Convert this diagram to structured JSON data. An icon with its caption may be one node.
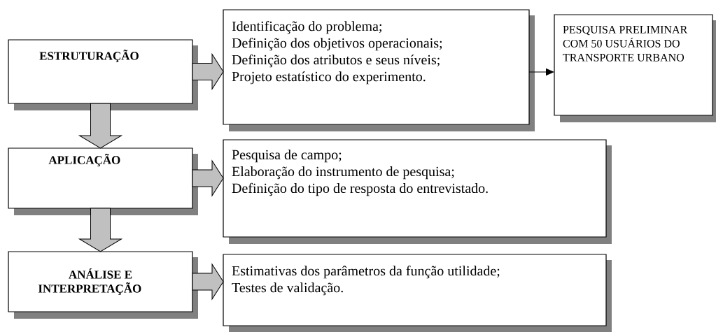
{
  "diagram": {
    "nodes": [
      {
        "text": [
          "ESTRUTURAÇÃO"
        ]
      },
      {
        "text": [
          "Identificação do problema;",
          "Definição dos objetivos operacionais;",
          "Definição dos atributos e seus níveis;",
          "Projeto estatístico do experimento."
        ]
      },
      {
        "text": [
          "PESQUISA PRELIMINAR COM 50 USUÁRIOS DO TRANSPORTE URBANO"
        ]
      },
      {
        "text": [
          "APLICAÇÃO"
        ]
      },
      {
        "text": [
          "Pesquisa de campo;",
          "Elaboração do instrumento de pesquisa;",
          "Definição do tipo de resposta do entrevistado."
        ]
      },
      {
        "text": [
          "ANÁLISE E INTERPRETAÇÃO"
        ]
      },
      {
        "text": [
          "Estimativas dos parâmetros da função utilidade;",
          "Testes de validação."
        ]
      }
    ],
    "edges": [
      {
        "from": 0,
        "to": 1,
        "arrow": "to",
        "style": "thick"
      },
      {
        "from": 0,
        "to": 3,
        "arrow": "to",
        "style": "thick"
      },
      {
        "from": 1,
        "to": 2,
        "arrow": "to"
      },
      {
        "from": 3,
        "to": 4,
        "arrow": "to",
        "style": "thick"
      },
      {
        "from": 3,
        "to": 5,
        "arrow": "to",
        "style": "thick"
      },
      {
        "from": 5,
        "to": 6,
        "arrow": "to",
        "style": "thick"
      }
    ]
  }
}
